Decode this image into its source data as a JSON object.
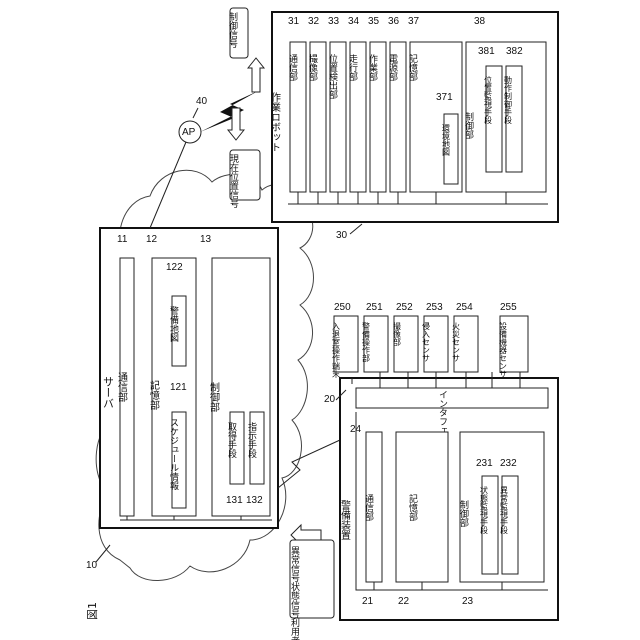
{
  "figure_label": "図1",
  "system_ref": "1",
  "server": {
    "ref": "10",
    "title": "サーバ",
    "comm": {
      "ref": "11",
      "label": "通信部"
    },
    "storage": {
      "ref": "12",
      "label": "記憶部",
      "schedule": {
        "ref": "121",
        "label": "スケジュール情報"
      },
      "security_map": {
        "ref": "122",
        "label": "警備地図"
      }
    },
    "control": {
      "ref": "13",
      "label": "制御部",
      "acquire": {
        "ref": "131",
        "label": "取得手段"
      },
      "instruct": {
        "ref": "132",
        "label": "指示手段"
      }
    }
  },
  "security_device": {
    "ref": "20",
    "title": "警備装置",
    "interface": {
      "ref": "24",
      "label": "インタフェース部"
    },
    "comm": {
      "ref": "21",
      "label": "通信部"
    },
    "storage": {
      "ref": "22",
      "label": "記憶部"
    },
    "control": {
      "ref": "23",
      "label": "制御部",
      "state_monitor": {
        "ref": "231",
        "label": "状態監視手段"
      },
      "anomaly_monitor": {
        "ref": "232",
        "label": "異常監視手段"
      }
    },
    "terminals": [
      {
        "ref": "250",
        "label": "入退室操作端末"
      },
      {
        "ref": "251",
        "label": "警備操作部"
      },
      {
        "ref": "252",
        "label": "撮像部"
      },
      {
        "ref": "253",
        "label": "侵入センサ"
      },
      {
        "ref": "254",
        "label": "火災センサ"
      },
      {
        "ref": "255",
        "label": "設備機器センサ"
      }
    ]
  },
  "robot": {
    "ref": "30",
    "title": "作業ロボット",
    "units": [
      {
        "ref": "31",
        "label": "通信部"
      },
      {
        "ref": "32",
        "label": "撮像部"
      },
      {
        "ref": "33",
        "label": "位置検出部"
      },
      {
        "ref": "34",
        "label": "走行部"
      },
      {
        "ref": "35",
        "label": "作業部"
      },
      {
        "ref": "36",
        "label": "電源部"
      }
    ],
    "storage": {
      "ref": "37",
      "label": "記憶部",
      "env_map": {
        "ref": "371",
        "label": "環境地図"
      }
    },
    "control": {
      "ref": "38",
      "label": "制御部",
      "position_monitor": {
        "ref": "381",
        "label": "位置監視手段"
      },
      "motion_control": {
        "ref": "382",
        "label": "動作制御手段"
      }
    }
  },
  "ap": {
    "ref": "40",
    "label": "AP"
  },
  "signals": {
    "control_signal": "制御信号",
    "current_position_signal": "現在位置信号",
    "to_server": "異常信号状態信号利用者信号"
  }
}
